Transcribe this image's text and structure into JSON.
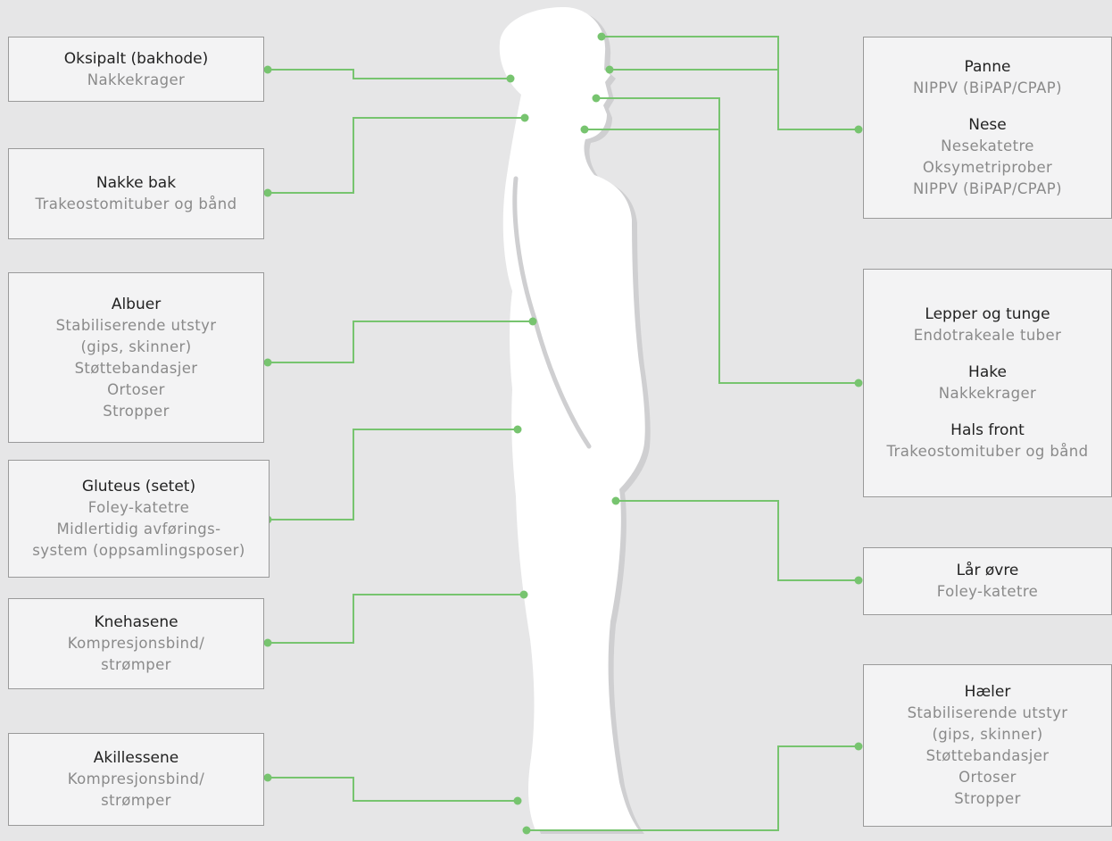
{
  "colors": {
    "background": "#e6e6e7",
    "box_fill": "#f3f3f4",
    "box_border": "#9a9a9a",
    "connector": "#77c46f",
    "figure": "#ffffff",
    "figure_shadow": "#cfcfd1",
    "title_text": "#222222",
    "item_text": "#8a8a8a"
  },
  "figure": {
    "icon": "human-silhouette-side-view"
  },
  "left_boxes": [
    {
      "groups": [
        {
          "title": "Oksipalt (bakhode)",
          "items": [
            "Nakkekrager"
          ]
        }
      ]
    },
    {
      "groups": [
        {
          "title": "Nakke bak",
          "items": [
            "Trakeostomituber og bånd"
          ]
        }
      ]
    },
    {
      "groups": [
        {
          "title": "Albuer",
          "items": [
            "Stabiliserende utstyr",
            "(gips, skinner)",
            "Støttebandasjer",
            "Ortoser",
            "Stropper"
          ]
        }
      ]
    },
    {
      "groups": [
        {
          "title": "Gluteus (setet)",
          "items": [
            "Foley-katetre",
            "Midlertidig avførings-",
            "system (oppsamlingsposer)"
          ]
        }
      ]
    },
    {
      "groups": [
        {
          "title": "Knehasene",
          "items": [
            "Kompresjonsbind/",
            "strømper"
          ]
        }
      ]
    },
    {
      "groups": [
        {
          "title": "Akillessene",
          "items": [
            "Kompresjonsbind/",
            "strømper"
          ]
        }
      ]
    }
  ],
  "right_boxes": [
    {
      "groups": [
        {
          "title": "Panne",
          "items": [
            "NIPPV (BiPAP/CPAP)"
          ]
        },
        {
          "title": "Nese",
          "items": [
            "Nesekatetre",
            "Oksymetriprober",
            "NIPPV (BiPAP/CPAP)"
          ]
        }
      ]
    },
    {
      "groups": [
        {
          "title": "Lepper og tunge",
          "items": [
            "Endotrakeale tuber"
          ]
        },
        {
          "title": "Hake",
          "items": [
            "Nakkekrager"
          ]
        },
        {
          "title": "Hals front",
          "items": [
            "Trakeostomituber og bånd"
          ]
        }
      ]
    },
    {
      "groups": [
        {
          "title": "Lår øvre",
          "items": [
            "Foley-katetre"
          ]
        }
      ]
    },
    {
      "groups": [
        {
          "title": "Hæler",
          "items": [
            "Stabiliserende utstyr",
            "(gips, skinner)",
            "Støttebandasjer",
            "Ortoser",
            "Stropper"
          ]
        }
      ]
    }
  ]
}
